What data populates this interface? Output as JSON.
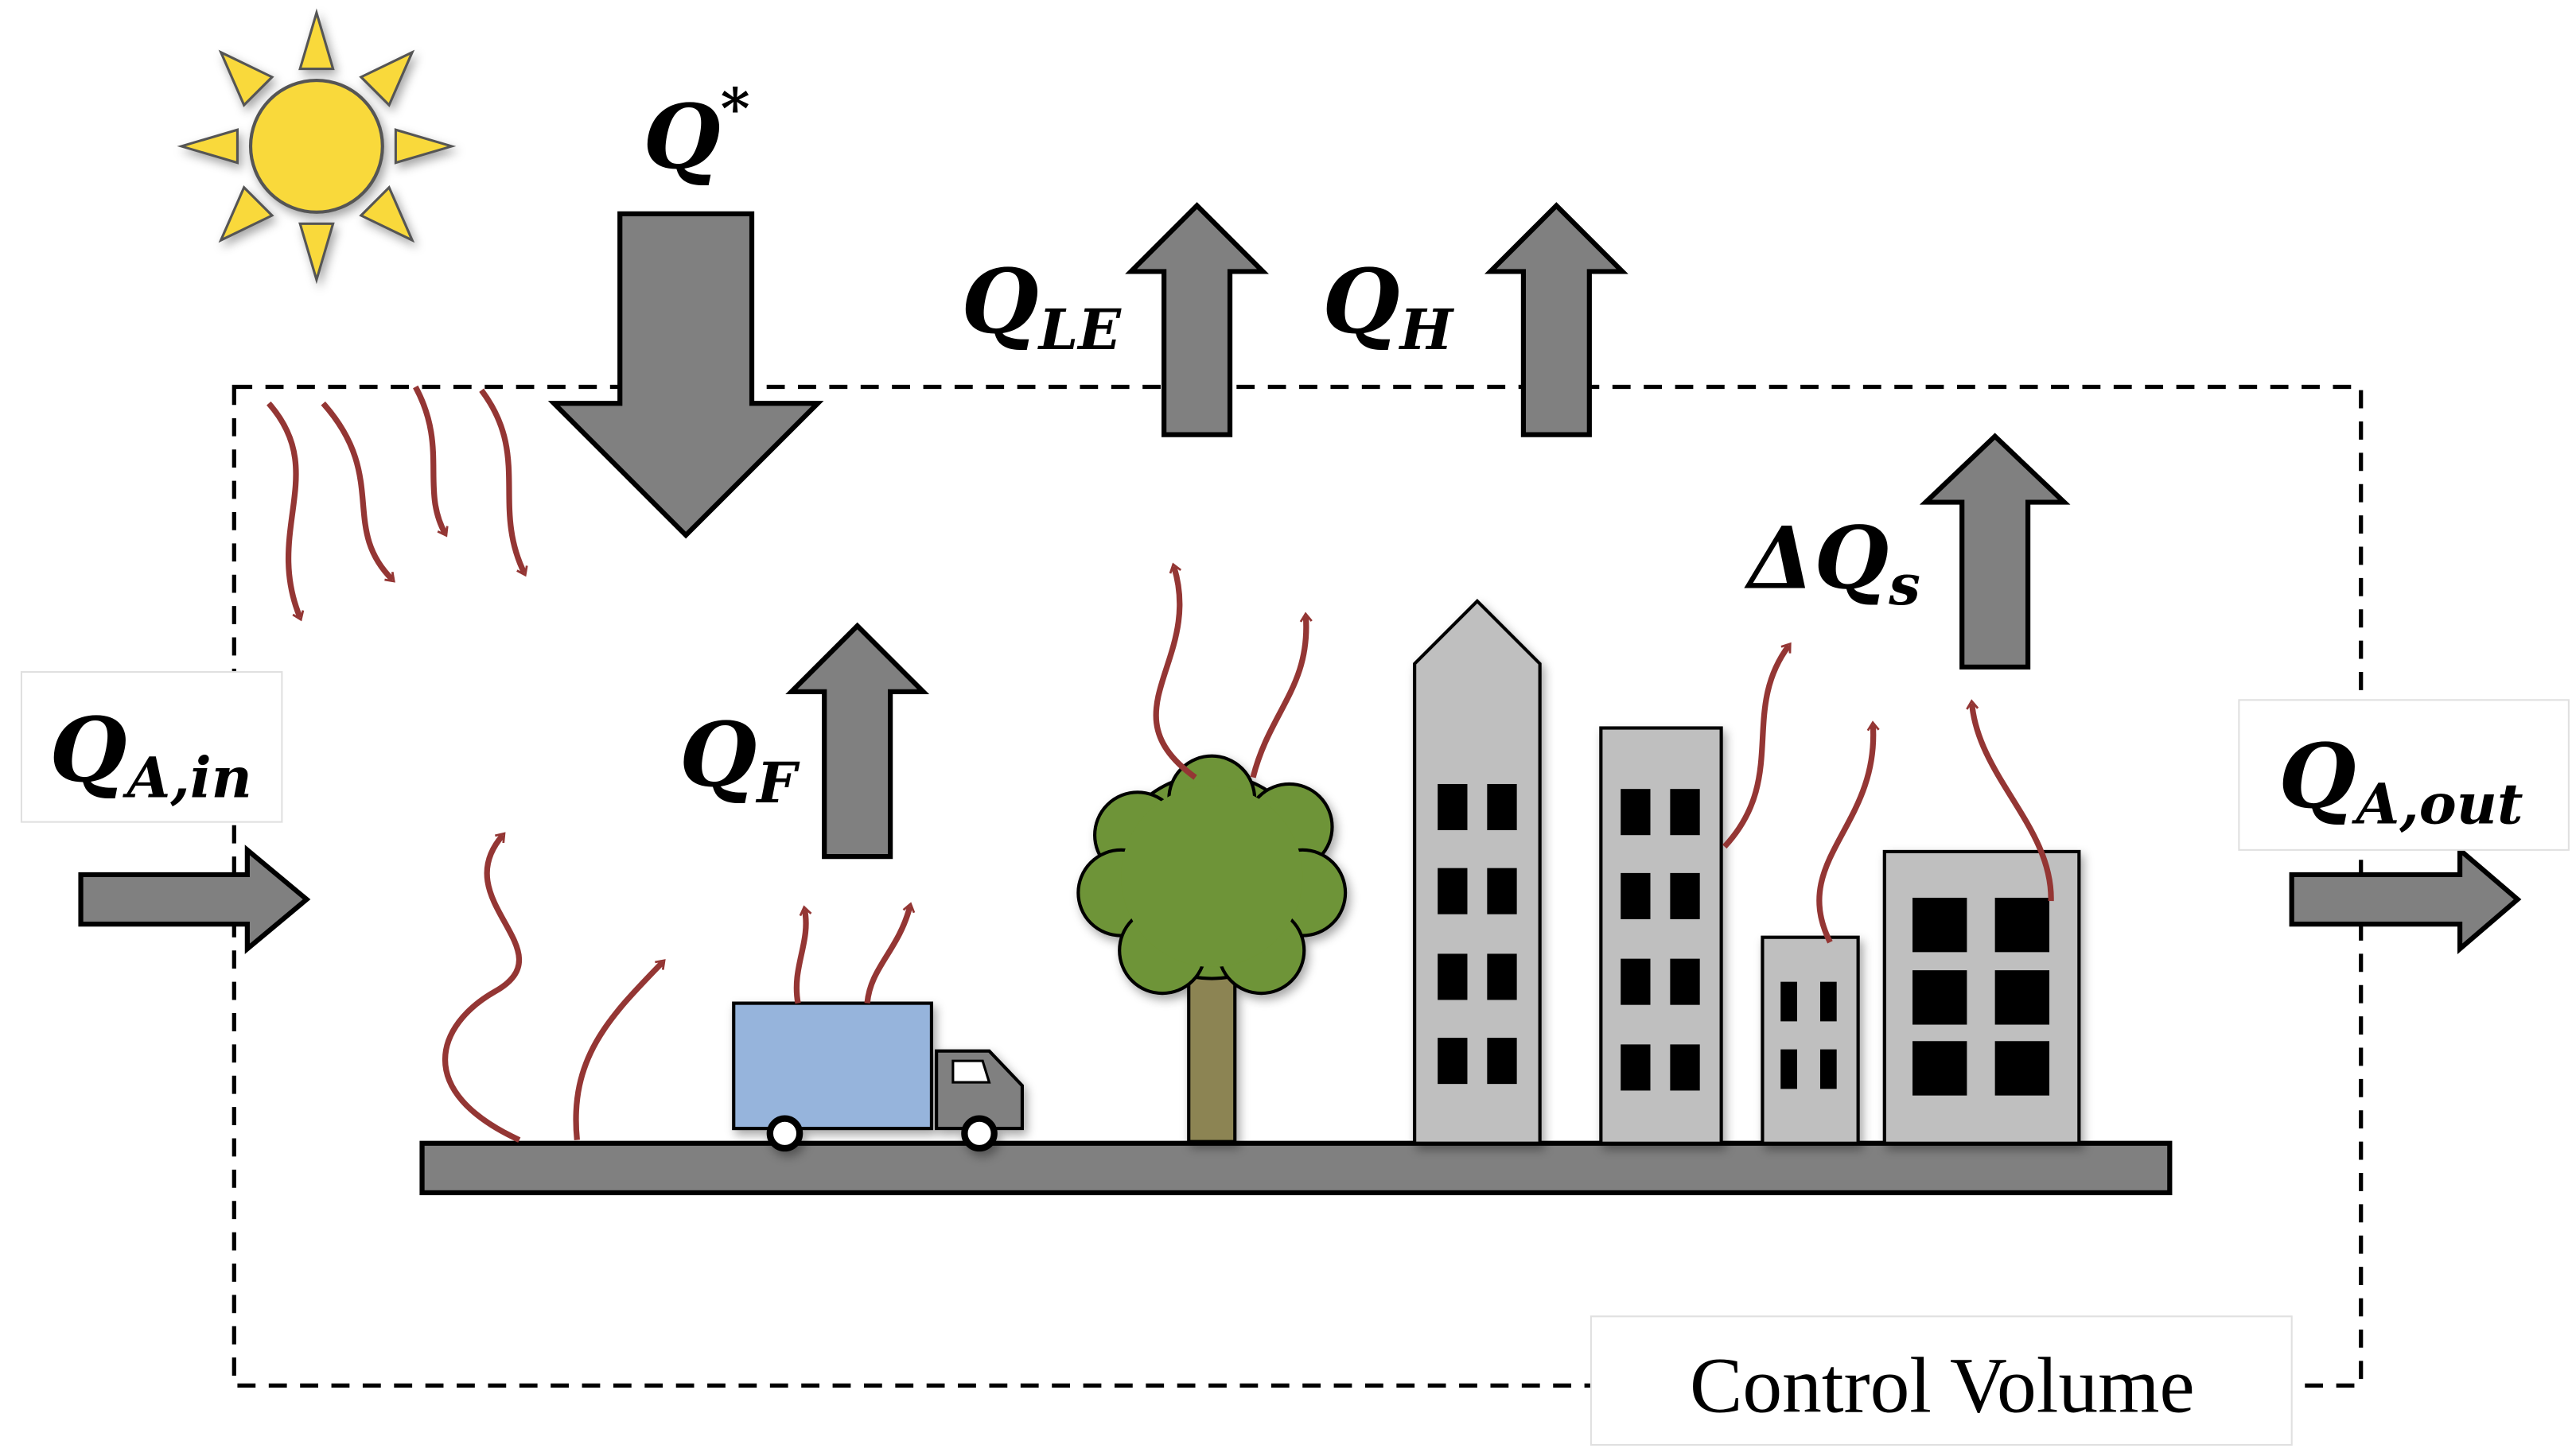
{
  "labels": {
    "q_star": {
      "main": "Q",
      "sup": "*"
    },
    "q_le": {
      "main": "Q",
      "sub": "LE"
    },
    "q_h": {
      "main": "Q",
      "sub": "H"
    },
    "q_f": {
      "main": "Q",
      "sub": "F"
    },
    "delta_qs": {
      "main": "ΔQ",
      "sub": "s"
    },
    "q_a_in": {
      "main": "Q",
      "sub": "A,in"
    },
    "q_a_out": {
      "main": "Q",
      "sub": "A,out"
    },
    "control_volume": "Control Volume"
  },
  "icons": [
    "sun-icon",
    "truck-icon",
    "tree-icon",
    "building-icon"
  ],
  "colors": {
    "arrow_fill": "#808080",
    "heat_wave": "#943634",
    "sun": "#F9D93A",
    "tree_canopy": "#6E9437",
    "tree_trunk": "#8C8452",
    "truck_cargo": "#96B4DC",
    "building": "#BFBFBF",
    "ground": "#808080"
  }
}
